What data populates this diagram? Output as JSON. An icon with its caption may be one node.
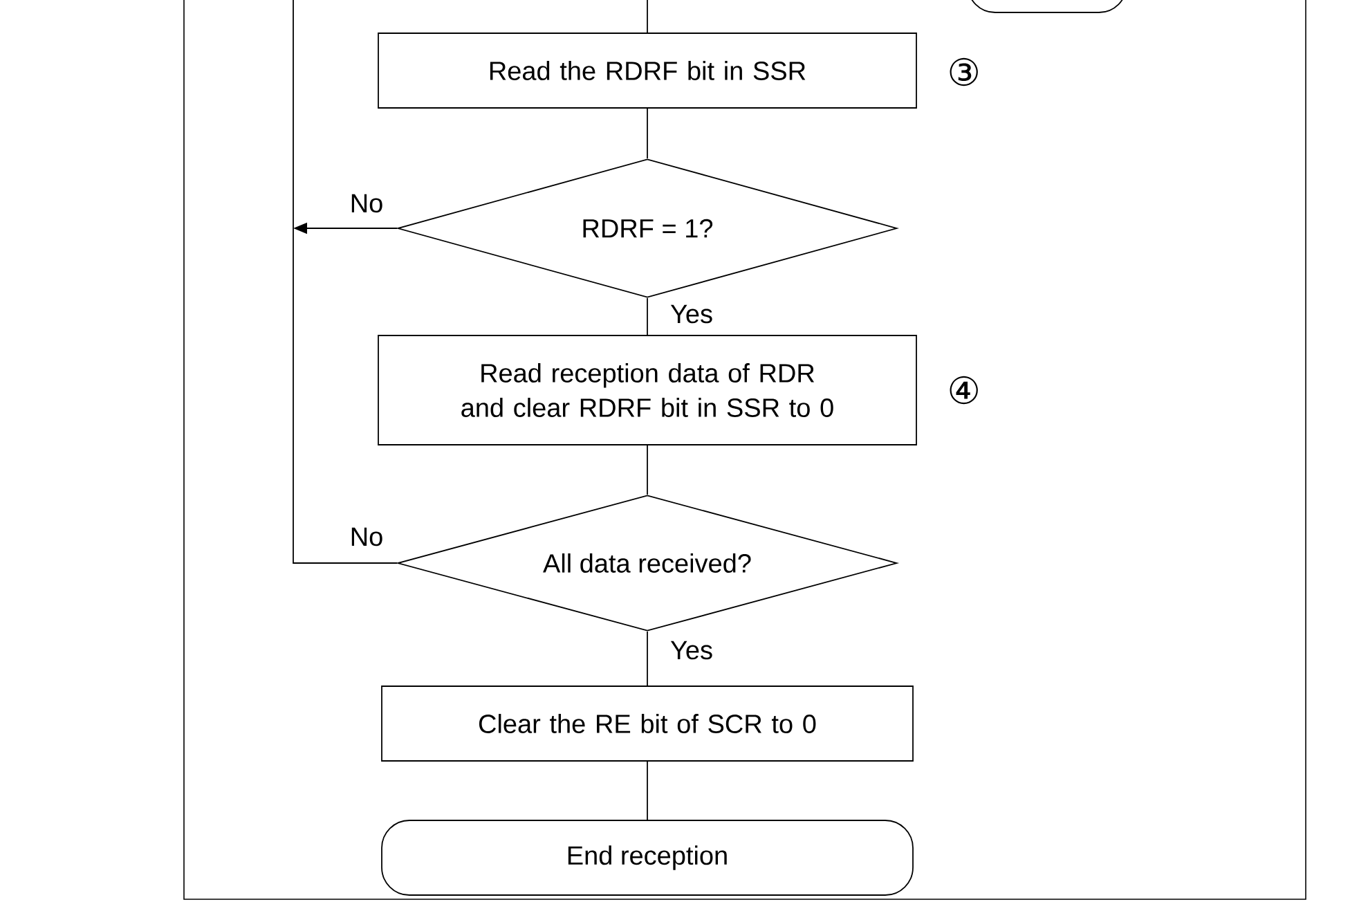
{
  "diagram": {
    "nodes": [
      {
        "text": [],
        "shape": "box"
      },
      {
        "text": [
          "Read the RDRF bit in SSR"
        ],
        "beside": [
          "③"
        ]
      },
      {
        "text": [
          "RDRF = 1?"
        ]
      },
      {
        "text": [
          "Read reception data of RDR and clear RDRF bit in SSR to 0"
        ],
        "beside": [
          "④"
        ]
      },
      {
        "text": [
          "All data received?"
        ]
      },
      {
        "text": [
          "Clear the RE bit of SCR to 0"
        ]
      },
      {
        "text": [
          "End reception"
        ]
      }
    ],
    "edges": [
      {
        "from": null,
        "to": 1,
        "arrow": "none"
      },
      {
        "from": 1,
        "to": 2,
        "arrow": "none"
      },
      {
        "from": 2,
        "to": 3,
        "arrow": "none",
        "label": "Yes"
      },
      {
        "from": 3,
        "to": 4,
        "arrow": "none"
      },
      {
        "from": 4,
        "to": 5,
        "arrow": "none",
        "label": "Yes"
      },
      {
        "from": 5,
        "to": 6,
        "arrow": "none"
      },
      {
        "from": 2,
        "to": null,
        "arrow": "to",
        "label": "No"
      },
      {
        "from": 4,
        "to": null,
        "arrow": "none",
        "label": "No"
      }
    ]
  }
}
